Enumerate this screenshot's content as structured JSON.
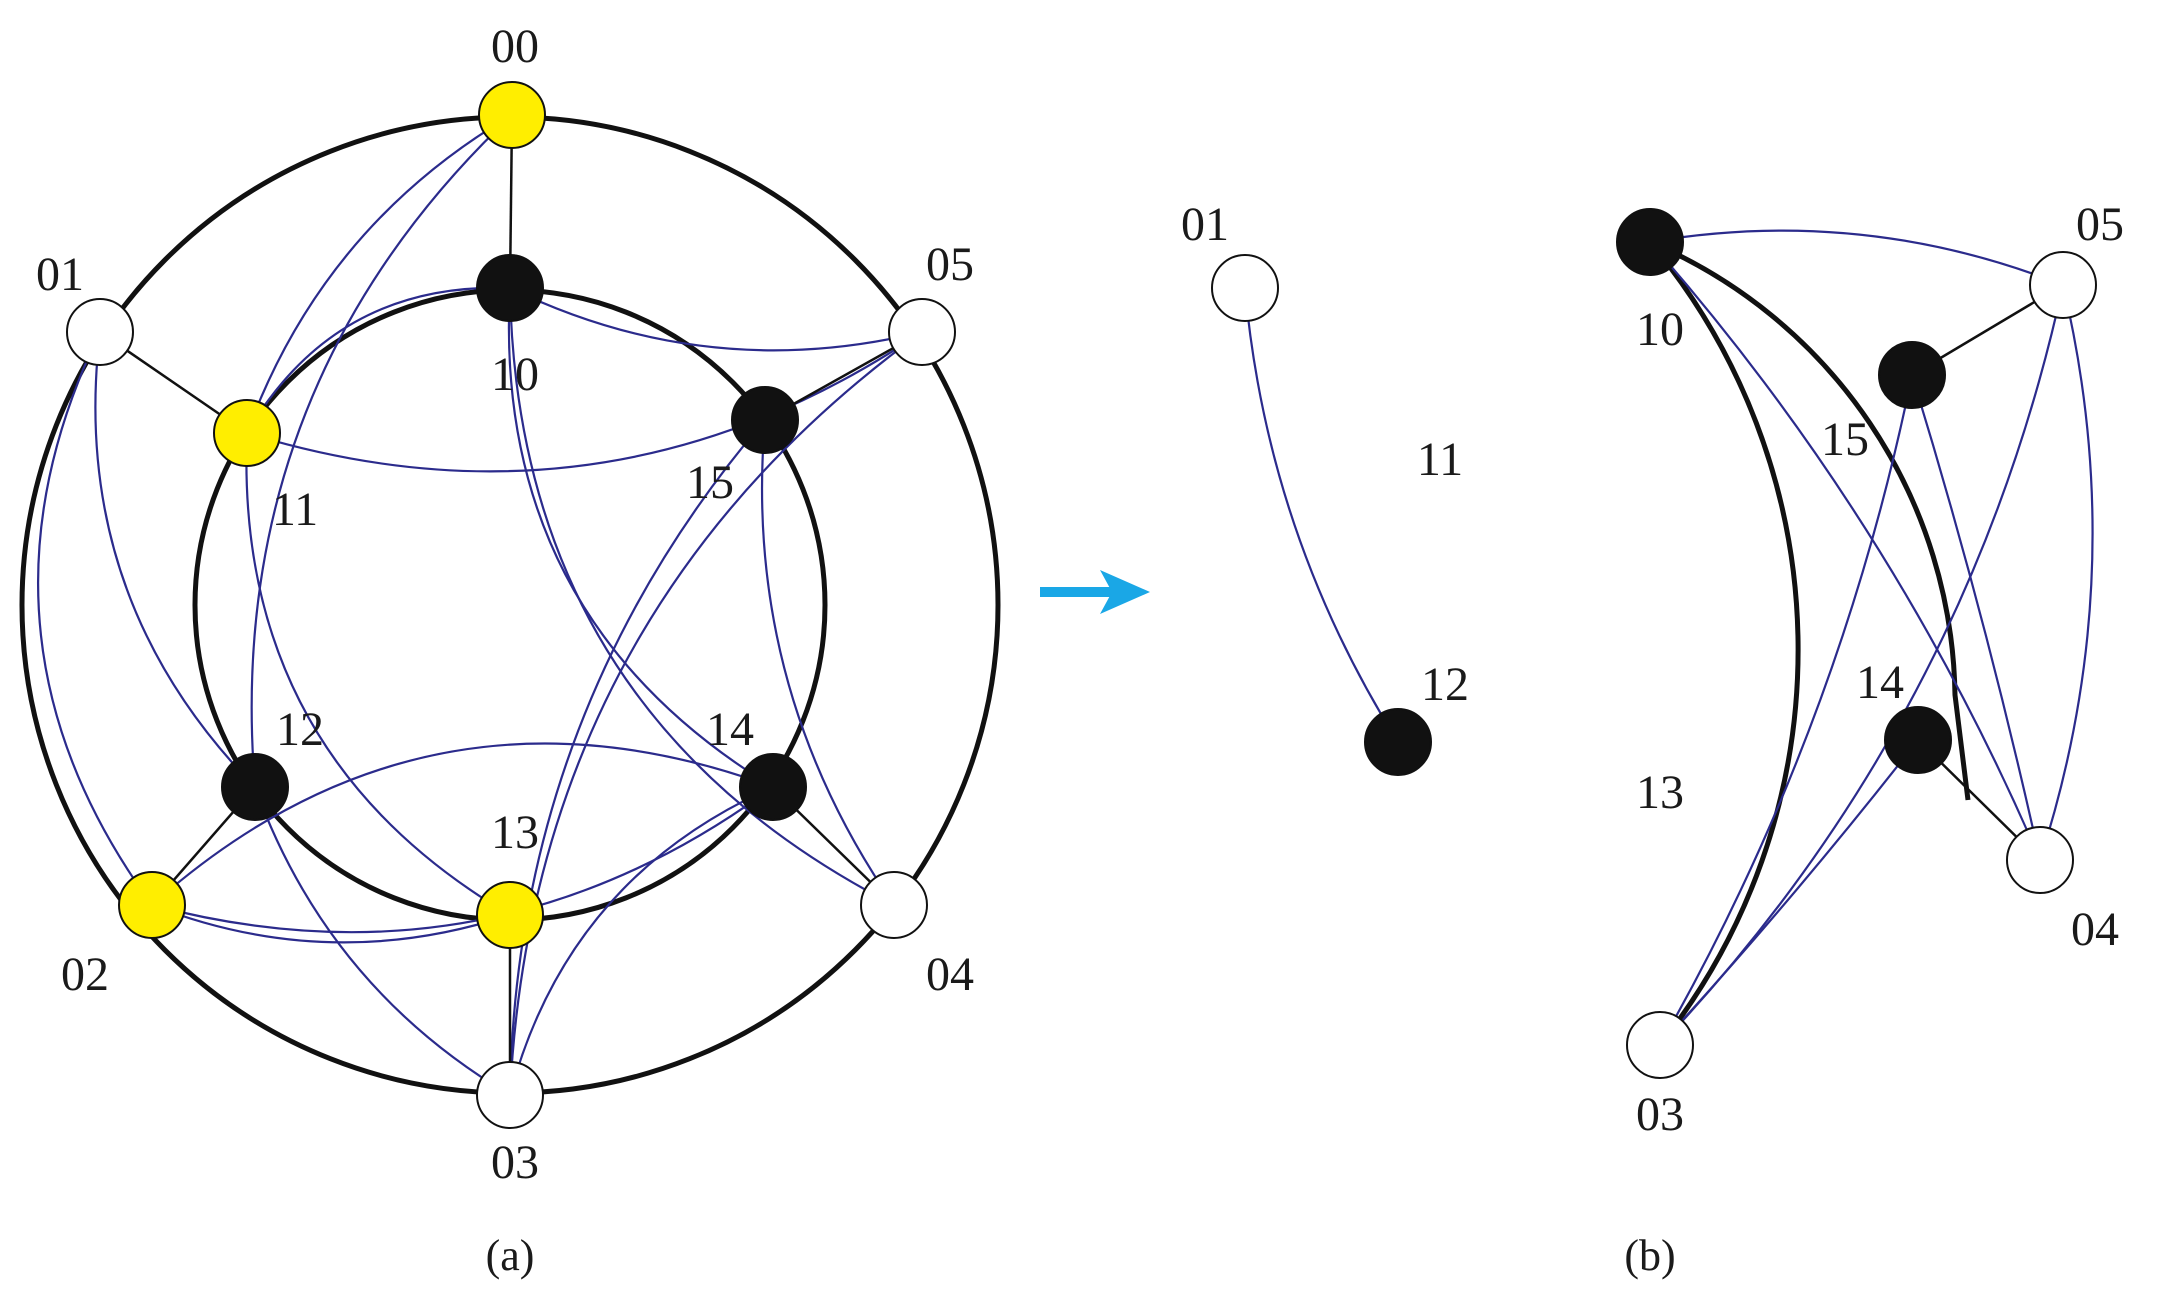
{
  "colors": {
    "ring": "#111111",
    "edge": "#2b2b8c",
    "node_yellow": "#ffee00",
    "node_black": "#111111",
    "node_white": "#ffffff",
    "arrow": "#1aa7e6"
  },
  "panel_a": {
    "caption": "(a)",
    "nodes": [
      {
        "id": "00",
        "label": "00",
        "fill": "yellow"
      },
      {
        "id": "01",
        "label": "01",
        "fill": "white"
      },
      {
        "id": "02",
        "label": "02",
        "fill": "yellow"
      },
      {
        "id": "03",
        "label": "03",
        "fill": "white"
      },
      {
        "id": "04",
        "label": "04",
        "fill": "white"
      },
      {
        "id": "05",
        "label": "05",
        "fill": "white"
      },
      {
        "id": "10",
        "label": "10",
        "fill": "black"
      },
      {
        "id": "11",
        "label": "11",
        "fill": "yellow"
      },
      {
        "id": "12",
        "label": "12",
        "fill": "black"
      },
      {
        "id": "13",
        "label": "13",
        "fill": "yellow"
      },
      {
        "id": "14",
        "label": "14",
        "fill": "black"
      },
      {
        "id": "15",
        "label": "15",
        "fill": "black"
      }
    ],
    "spokes": [
      [
        "00",
        "10"
      ],
      [
        "01",
        "11"
      ],
      [
        "02",
        "12"
      ],
      [
        "03",
        "13"
      ],
      [
        "04",
        "14"
      ],
      [
        "05",
        "15"
      ]
    ],
    "edges": [
      [
        "00",
        "11"
      ],
      [
        "00",
        "12"
      ],
      [
        "10",
        "11"
      ],
      [
        "10",
        "05"
      ],
      [
        "11",
        "05"
      ],
      [
        "10",
        "04"
      ],
      [
        "15",
        "04"
      ],
      [
        "01",
        "12"
      ],
      [
        "01",
        "02"
      ],
      [
        "02",
        "13"
      ],
      [
        "02",
        "14"
      ],
      [
        "11",
        "13"
      ],
      [
        "12",
        "03"
      ],
      [
        "14",
        "03"
      ],
      [
        "14",
        "02"
      ],
      [
        "15",
        "03"
      ],
      [
        "05",
        "03"
      ],
      [
        "10",
        "14"
      ]
    ]
  },
  "arrow": {
    "icon": "right-arrow-icon"
  },
  "panel_b_left": {
    "nodes": [
      {
        "id": "01",
        "label": "01",
        "fill": "white"
      },
      {
        "id": "12",
        "label": "12",
        "fill": "black"
      }
    ],
    "floating_label": "11",
    "edges": [
      [
        "01",
        "12"
      ]
    ]
  },
  "panel_b_right": {
    "caption": "(b)",
    "nodes": [
      {
        "id": "10",
        "label": "10",
        "fill": "black"
      },
      {
        "id": "05",
        "label": "05",
        "fill": "white"
      },
      {
        "id": "15",
        "label": "15",
        "fill": "black"
      },
      {
        "id": "14",
        "label": "14",
        "fill": "black"
      },
      {
        "id": "04",
        "label": "04",
        "fill": "white"
      },
      {
        "id": "03",
        "label": "03",
        "fill": "white"
      }
    ],
    "floating_label": "13",
    "spokes": [
      [
        "05",
        "15"
      ],
      [
        "04",
        "14"
      ]
    ],
    "edges": [
      [
        "10",
        "05"
      ],
      [
        "10",
        "04"
      ],
      [
        "15",
        "04"
      ],
      [
        "05",
        "04"
      ],
      [
        "15",
        "03"
      ],
      [
        "14",
        "03"
      ],
      [
        "05",
        "03"
      ]
    ]
  }
}
